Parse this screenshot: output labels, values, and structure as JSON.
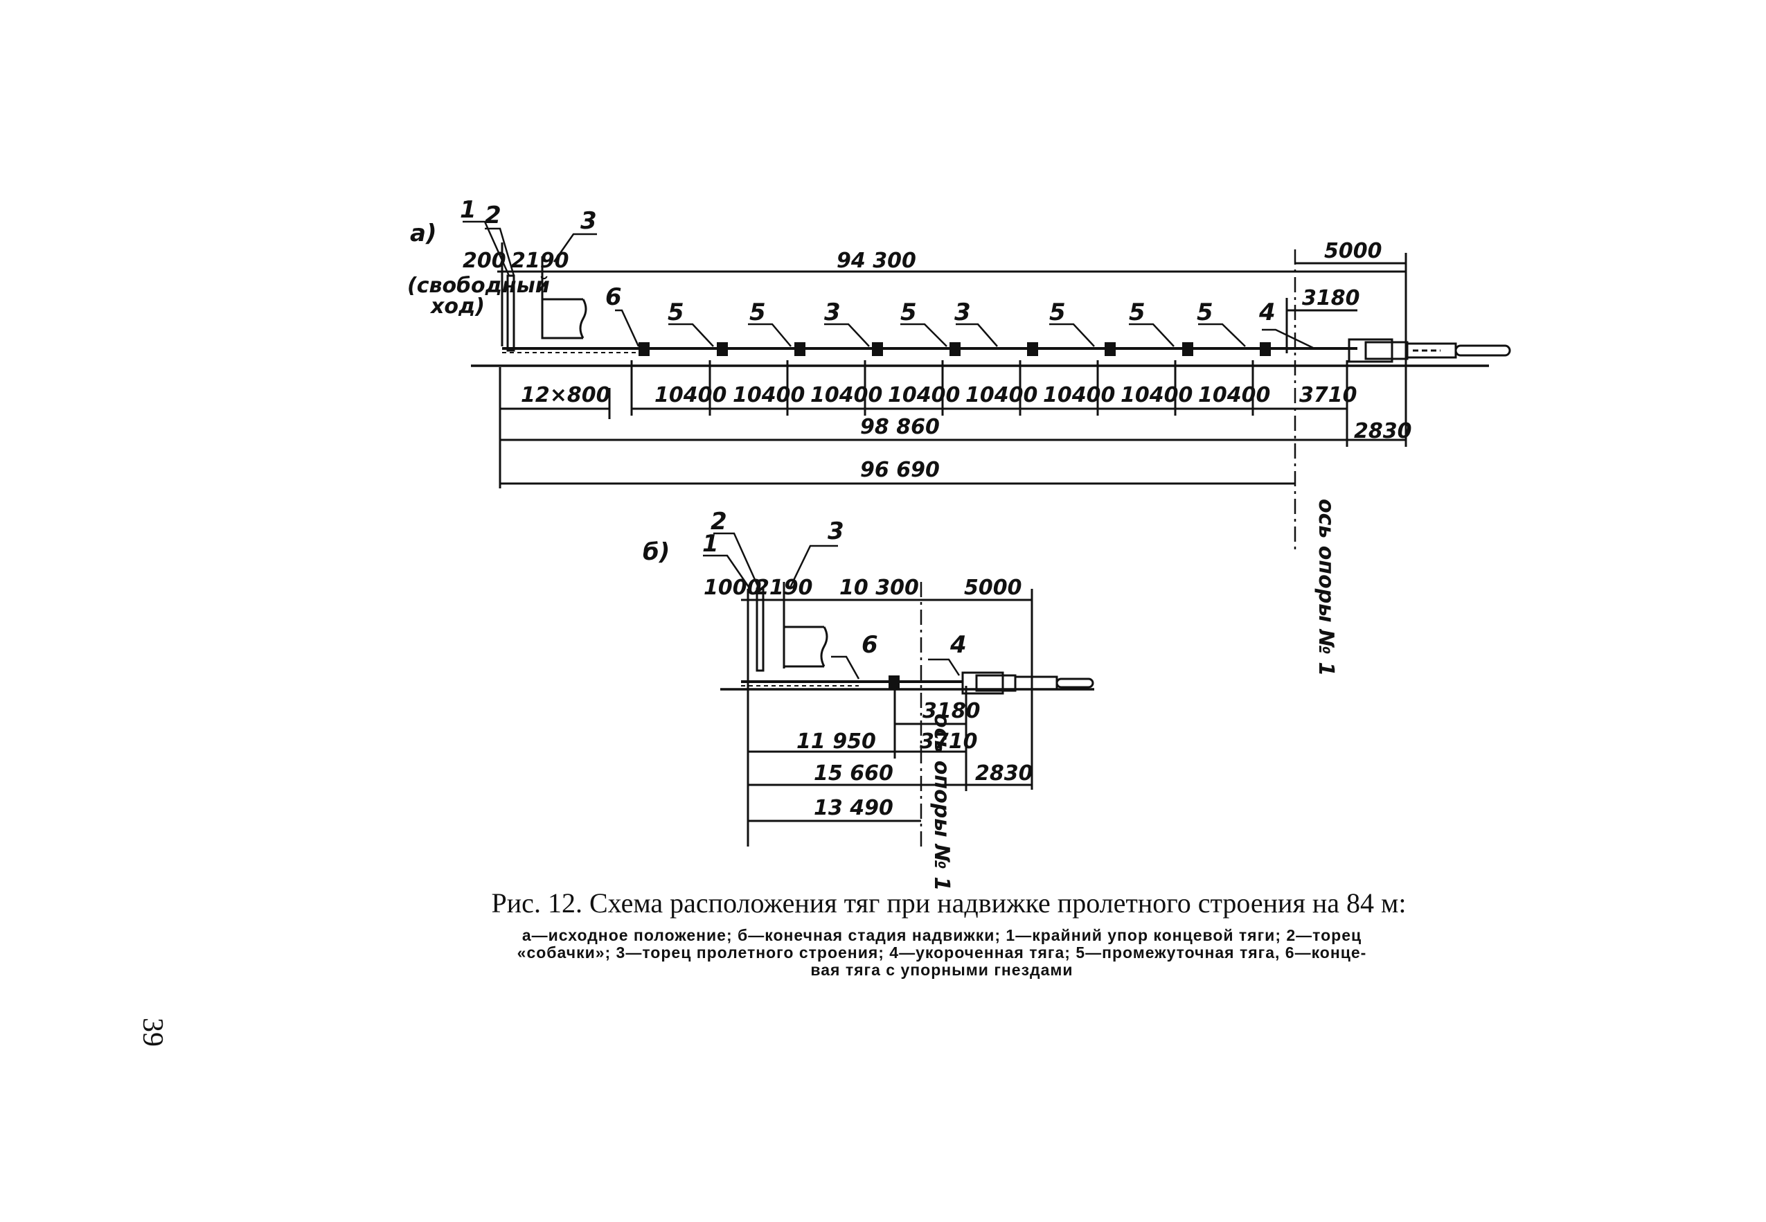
{
  "figure": {
    "panel_a": {
      "panel_label": "а)",
      "callouts": [
        "1",
        "2",
        "3",
        "6",
        "5",
        "5",
        "3",
        "5",
        "3",
        "5",
        "5",
        "5",
        "4"
      ],
      "free_travel_value": "200",
      "free_travel_note_1": "(свободный",
      "free_travel_note_2": "ход)",
      "dim_2190": "2190",
      "dim_total_top": "94 300",
      "dim_right_top": "5000",
      "dim_3180": "3180",
      "dim_12x800": "12×800",
      "segment_dims": [
        "10400",
        "10400",
        "10400",
        "10400",
        "10400",
        "10400",
        "10400",
        "10400"
      ],
      "dim_3710": "3710",
      "dim_98860": "98 860",
      "dim_2830": "2830",
      "dim_96690": "96 690",
      "support_axis": "ось опоры № 1"
    },
    "panel_b": {
      "panel_label": "б)",
      "callout_1": "1",
      "callout_2": "2",
      "callout_3": "3",
      "callout_6": "6",
      "callout_4": "4",
      "dim_1000": "1000",
      "dim_2190": "2190",
      "dim_10300": "10 300",
      "dim_5000": "5000",
      "dim_3180": "3180",
      "dim_11950": "11 950",
      "dim_3710": "3710",
      "dim_15660": "15 660",
      "dim_2830": "2830",
      "dim_13490": "13 490",
      "support_axis": "ось опоры № 1"
    }
  },
  "caption": {
    "title": "Рис. 12. Схема расположения тяг при надвижке пролетного строения на 84 м:",
    "line1": "а—исходное положение; б—конечная стадия надвижки; 1—крайний упор концевой тяги; 2—торец",
    "line2": "«собачки»; 3—торец пролетного строения; 4—укороченная тяга; 5—промежуточная тяга, 6—конце-",
    "line3": "вая тяга с упорными гнездами"
  },
  "page_number": "39"
}
